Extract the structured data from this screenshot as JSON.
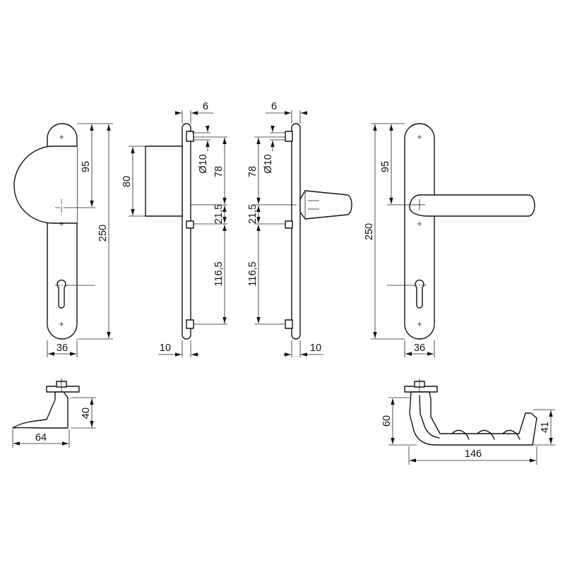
{
  "drawing": {
    "left_escutcheon": {
      "height": "250",
      "knob_to_keyhole": "95",
      "width": "36"
    },
    "side_view_knob": {
      "knob_length": "80",
      "plate_thickness": "6",
      "hole_diameter": "Ø10",
      "hole_spacing_top": "78",
      "hole_spacing_mid": "21,5",
      "hole_spacing_bottom": "116,5",
      "bolt_offset": "10"
    },
    "side_view_lever": {
      "plate_thickness": "6",
      "hole_diameter": "Ø10",
      "hole_spacing_top": "78",
      "hole_spacing_mid": "21,5",
      "hole_spacing_bottom": "116,5",
      "bolt_offset": "10"
    },
    "right_escutcheon": {
      "height": "250",
      "lever_to_keyhole": "95",
      "width": "36"
    },
    "knob_profile": {
      "projection": "64",
      "height": "40"
    },
    "lever_profile": {
      "length": "146",
      "height": "60",
      "grip_height": "41"
    }
  }
}
